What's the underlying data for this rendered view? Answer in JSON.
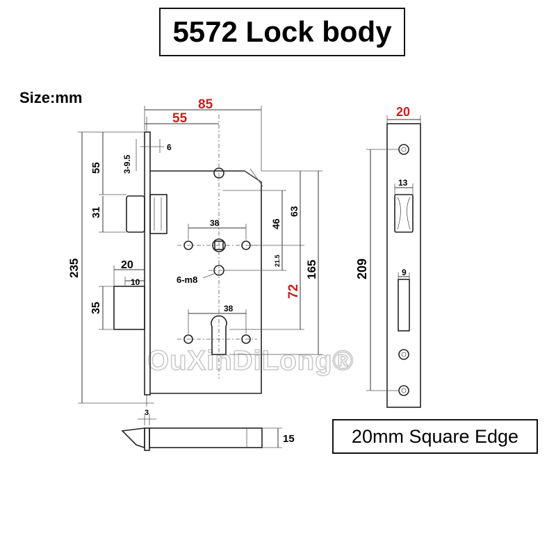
{
  "title": "5572 Lock body",
  "size_label": "Size:mm",
  "edge_label": "20mm Square Edge",
  "watermark": "OuXinDiLong®",
  "dims": {
    "d85": "85",
    "d55_top": "55",
    "d6": "6",
    "d3_95": "3-9.5",
    "d55_left": "55",
    "d31": "31",
    "d235": "235",
    "d20_left": "20",
    "d10": "10",
    "d35": "35",
    "d38_top": "38",
    "d46": "46",
    "d63": "63",
    "d21_5": "21.5",
    "d6m8": "6-m8",
    "d72": "72",
    "d165": "165",
    "d38_bottom": "38",
    "d3": "3",
    "d15": "15",
    "d20_right": "20",
    "d13": "13",
    "d209": "209",
    "d9": "9"
  },
  "colors": {
    "highlight": "#c8201c",
    "line": "#333333"
  }
}
